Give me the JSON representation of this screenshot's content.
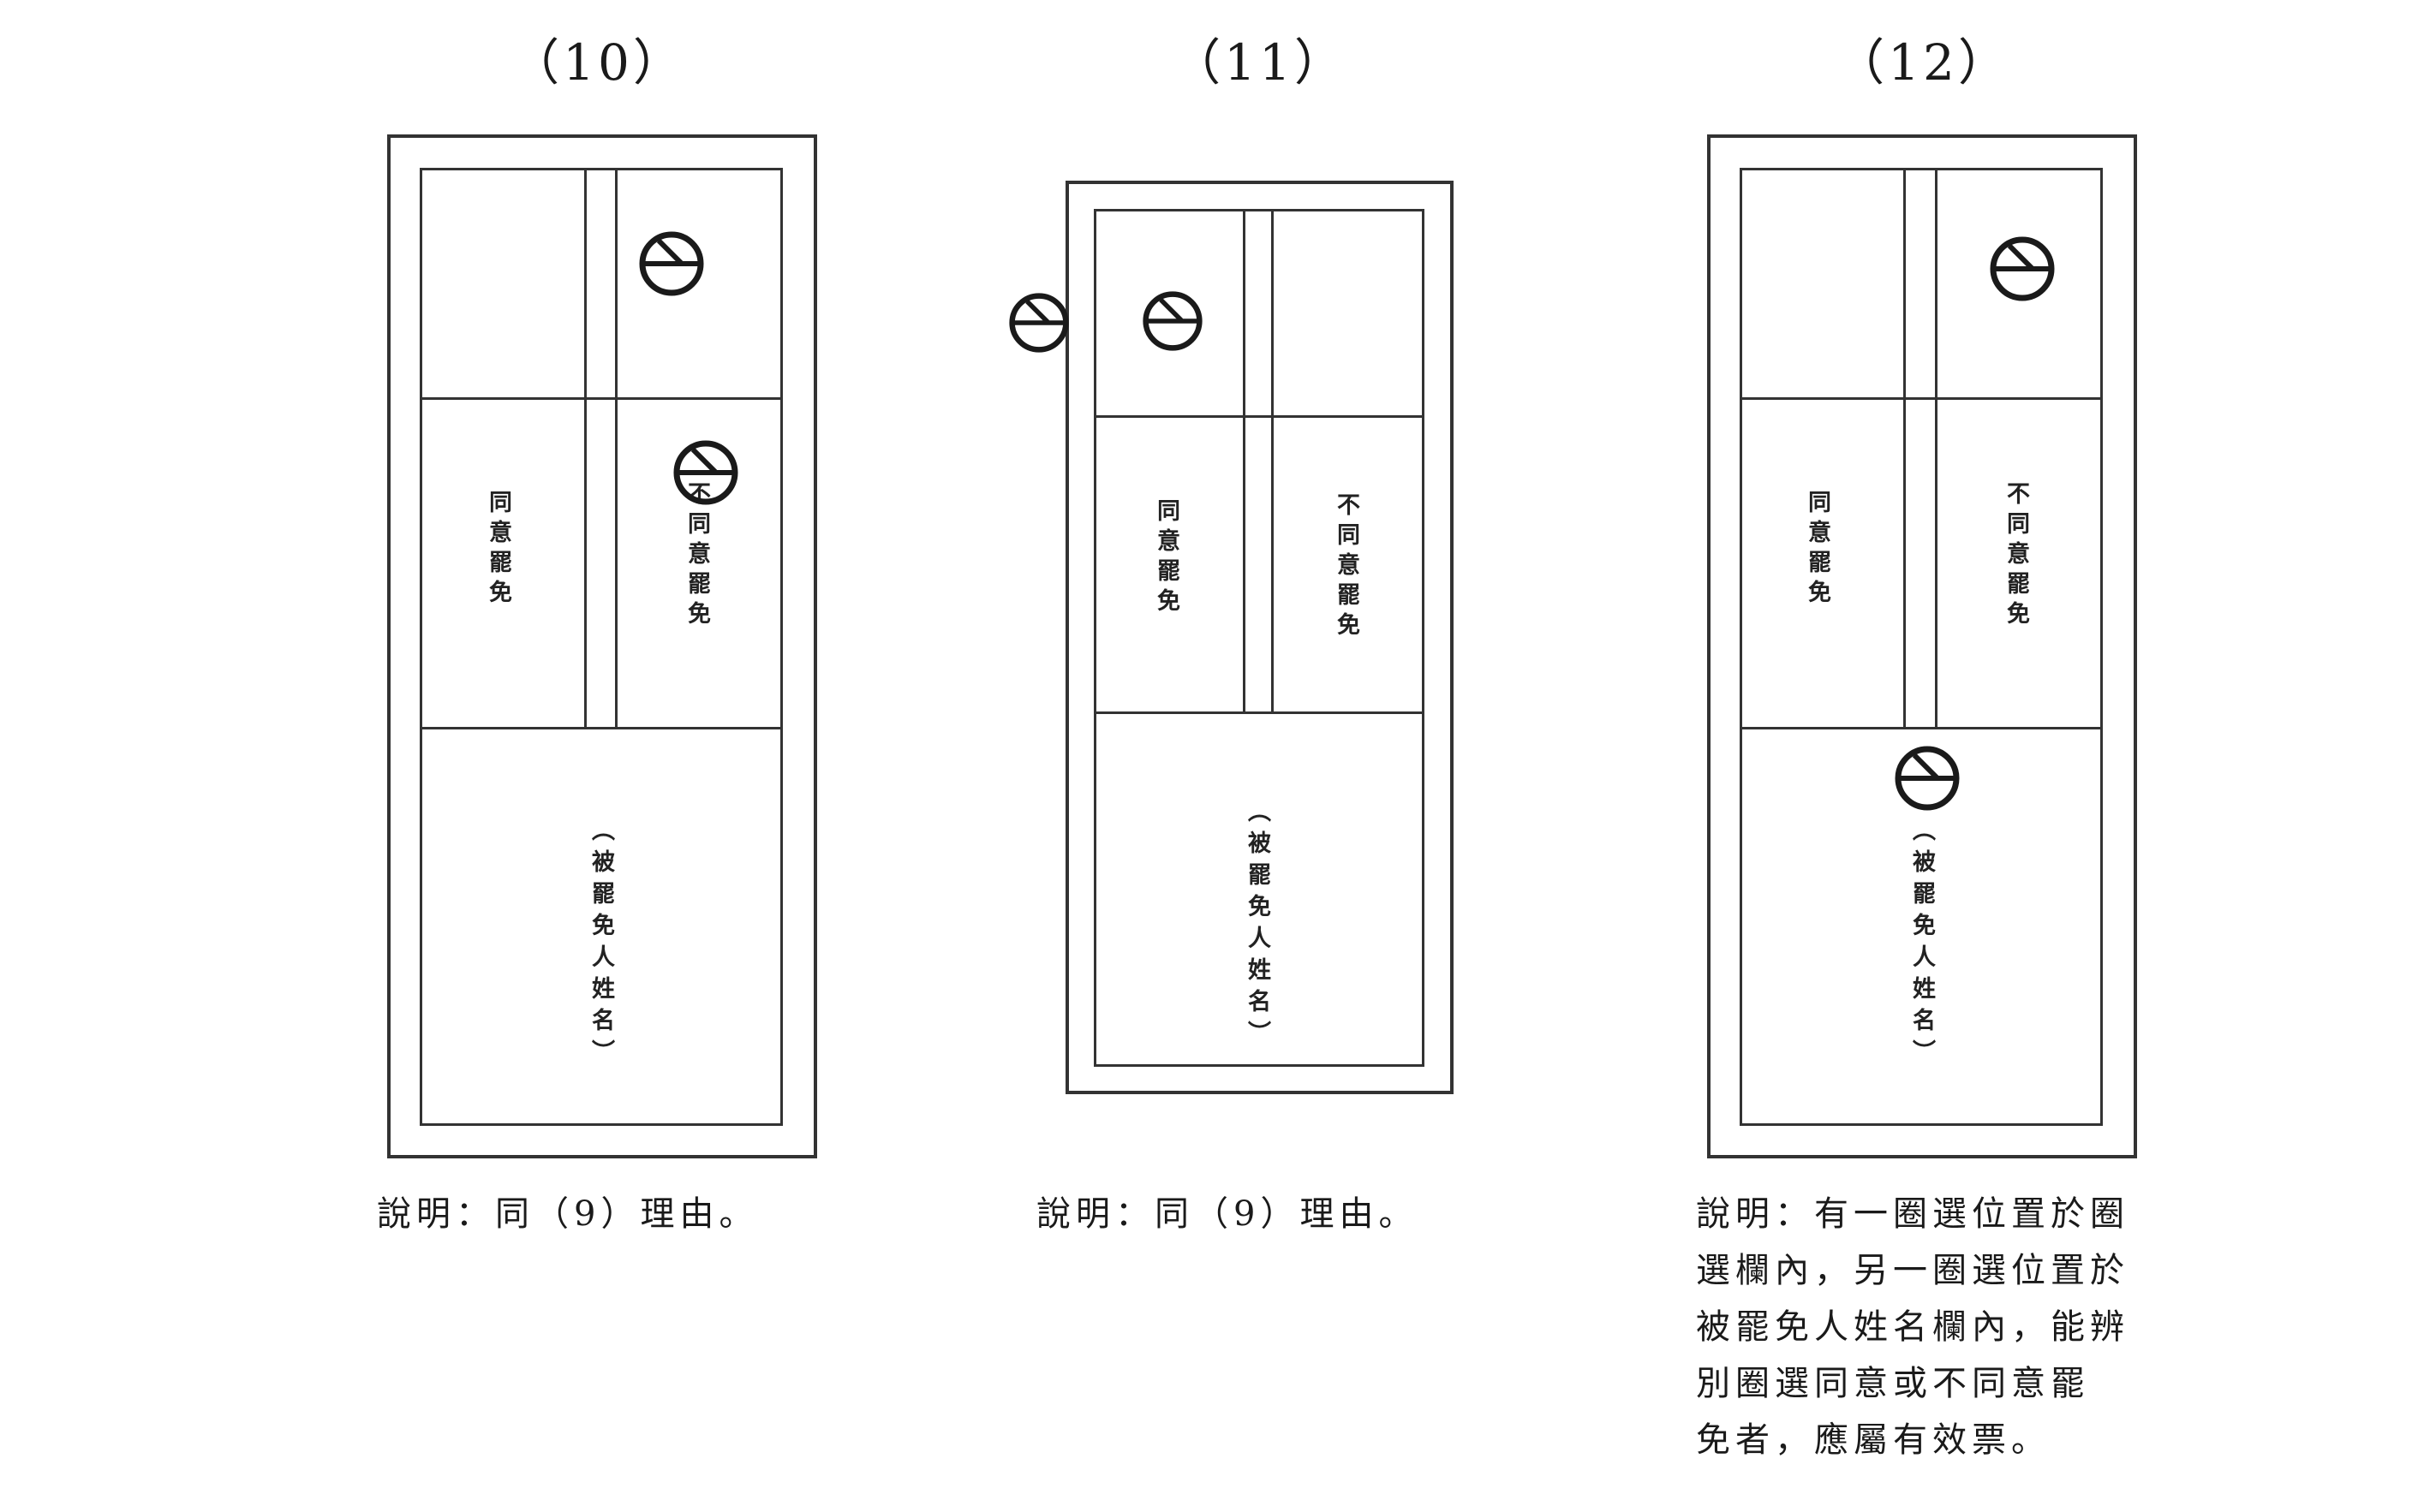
{
  "figures": [
    {
      "number": "（10）",
      "agree_label": "同意罷免",
      "disagree_label": "不同意罷免",
      "candidate_label": "（被罷免人姓名）",
      "stamp_icon": "vote-stamp-circle",
      "note": "說明：同（9）理由。"
    },
    {
      "number": "（11）",
      "agree_label": "同意罷免",
      "disagree_label": "不同意罷免",
      "candidate_label": "（被罷免人姓名）",
      "stamp_icon": "vote-stamp-circle",
      "note": "說明：同（9）理由。"
    },
    {
      "number": "（12）",
      "agree_label": "同意罷免",
      "disagree_label": "不同意罷免",
      "candidate_label": "（被罷免人姓名）",
      "stamp_icon": "vote-stamp-circle",
      "note": "說明：有一圈選位置於圈\n選欄內，另一圈選位置於\n被罷免人姓名欄內，能辨\n別圈選同意或不同意罷\n免者，應屬有效票。"
    }
  ]
}
